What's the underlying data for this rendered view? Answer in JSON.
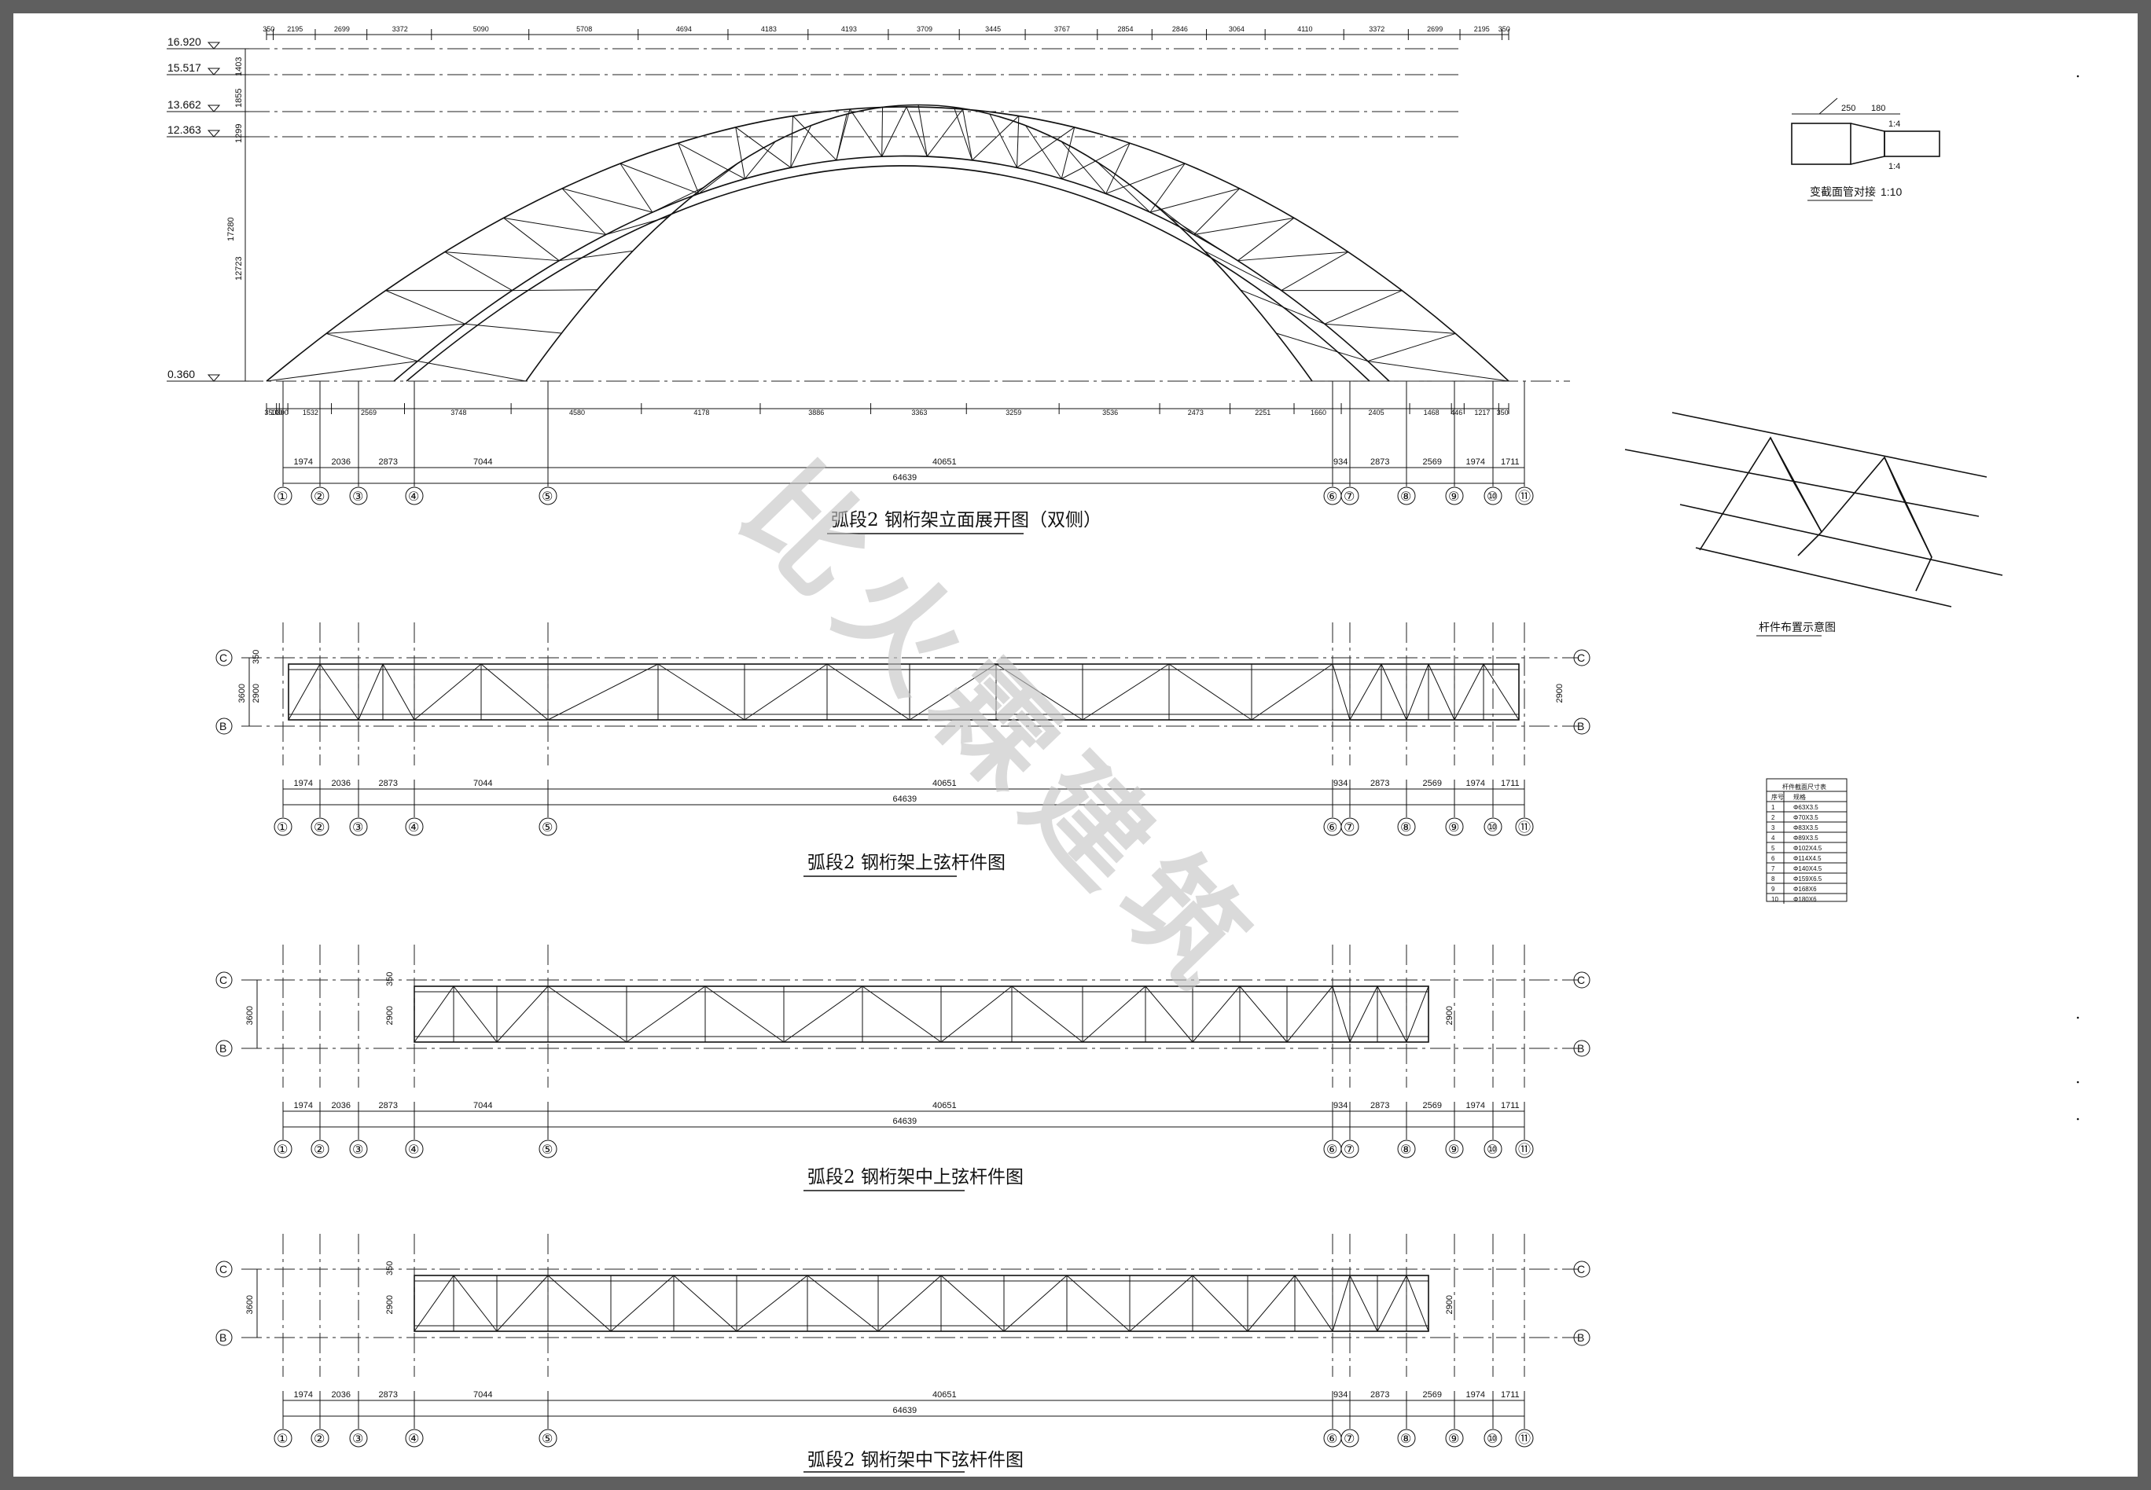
{
  "titles": {
    "elevation": "弧段2 钢桁架立面展开图（双侧）",
    "upper_chord": "弧段2 钢桁架上弦杆件图",
    "mid_upper_chord": "弧段2 钢桁架中上弦杆件图",
    "mid_lower_chord": "弧段2 钢桁架中下弦杆件图",
    "detail": "变截面管对接",
    "detail_scale": "1:10",
    "member_layout": "杆件布置示意图",
    "member_table": "杆件截面尺寸表"
  },
  "watermark": "比火霖建筑",
  "elevation_levels": [
    "16.920",
    "15.517",
    "13.662",
    "12.363",
    "0.360"
  ],
  "elevation_dims": [
    "1403",
    "1855",
    "1299",
    "17280",
    "12723"
  ],
  "axes": [
    "①",
    "②",
    "③",
    "④",
    "⑤",
    "⑥",
    "⑦",
    "⑧",
    "⑨",
    "⑩",
    "⑪"
  ],
  "row_axes": [
    "C",
    "B"
  ],
  "axis_spacing": [
    "1974",
    "2036",
    "2873",
    "7044",
    "40651",
    "934",
    "2873",
    "2569",
    "1974",
    "1711"
  ],
  "overall_length": "64639",
  "top_dims": [
    "350",
    "2195",
    "2699",
    "3372",
    "5090",
    "5708",
    "4694",
    "4183",
    "4193",
    "3709",
    "3445",
    "3767",
    "2854",
    "2846",
    "3064",
    "4110",
    "3372",
    "2699",
    "2195",
    "350"
  ],
  "support_dims": [
    "350",
    "100",
    "300",
    "1532",
    "2569",
    "3748",
    "4580",
    "4178",
    "3886",
    "3363",
    "3259",
    "3536",
    "2473",
    "2251",
    "1660",
    "2405",
    "1468",
    "446",
    "1217",
    "350"
  ],
  "plan_dims": {
    "width": "3600",
    "depth": "2900",
    "edge": "350"
  },
  "detail_dims": [
    "250",
    "180",
    "1:4",
    "1:4"
  ],
  "member_table": {
    "header": [
      "序号",
      "规格"
    ],
    "rows": [
      [
        "1",
        "Φ63X3.5"
      ],
      [
        "2",
        "Φ70X3.5"
      ],
      [
        "3",
        "Φ83X3.5"
      ],
      [
        "4",
        "Φ89X3.5"
      ],
      [
        "5",
        "Φ102X4.5"
      ],
      [
        "6",
        "Φ114X4.5"
      ],
      [
        "7",
        "Φ140X4.5"
      ],
      [
        "8",
        "Φ159X6.5"
      ],
      [
        "9",
        "Φ168X6"
      ],
      [
        "10",
        "Φ180X6"
      ]
    ]
  }
}
